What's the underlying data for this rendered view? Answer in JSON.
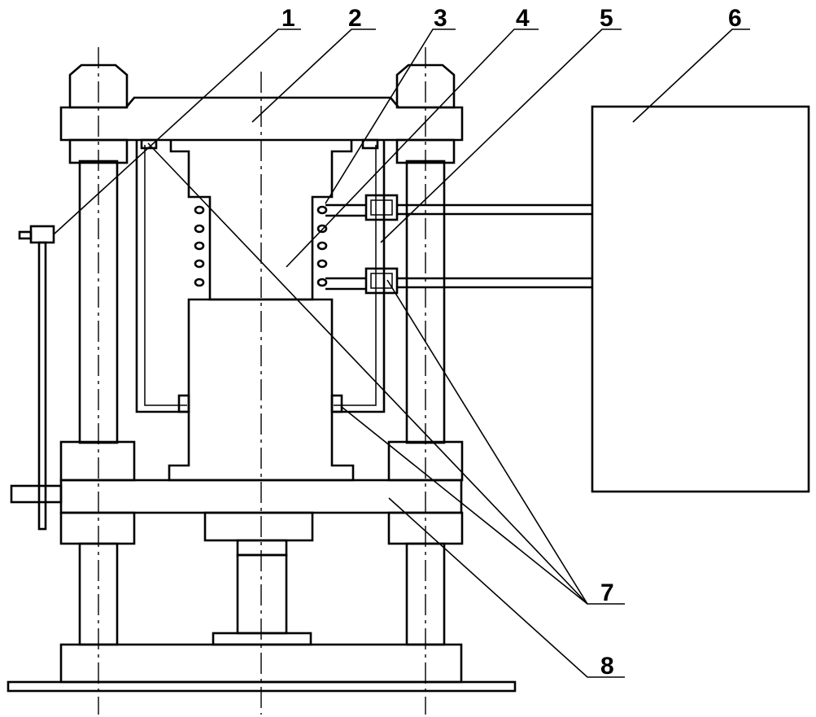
{
  "labels": [
    "1",
    "2",
    "3",
    "4",
    "5",
    "6",
    "7",
    "8"
  ]
}
